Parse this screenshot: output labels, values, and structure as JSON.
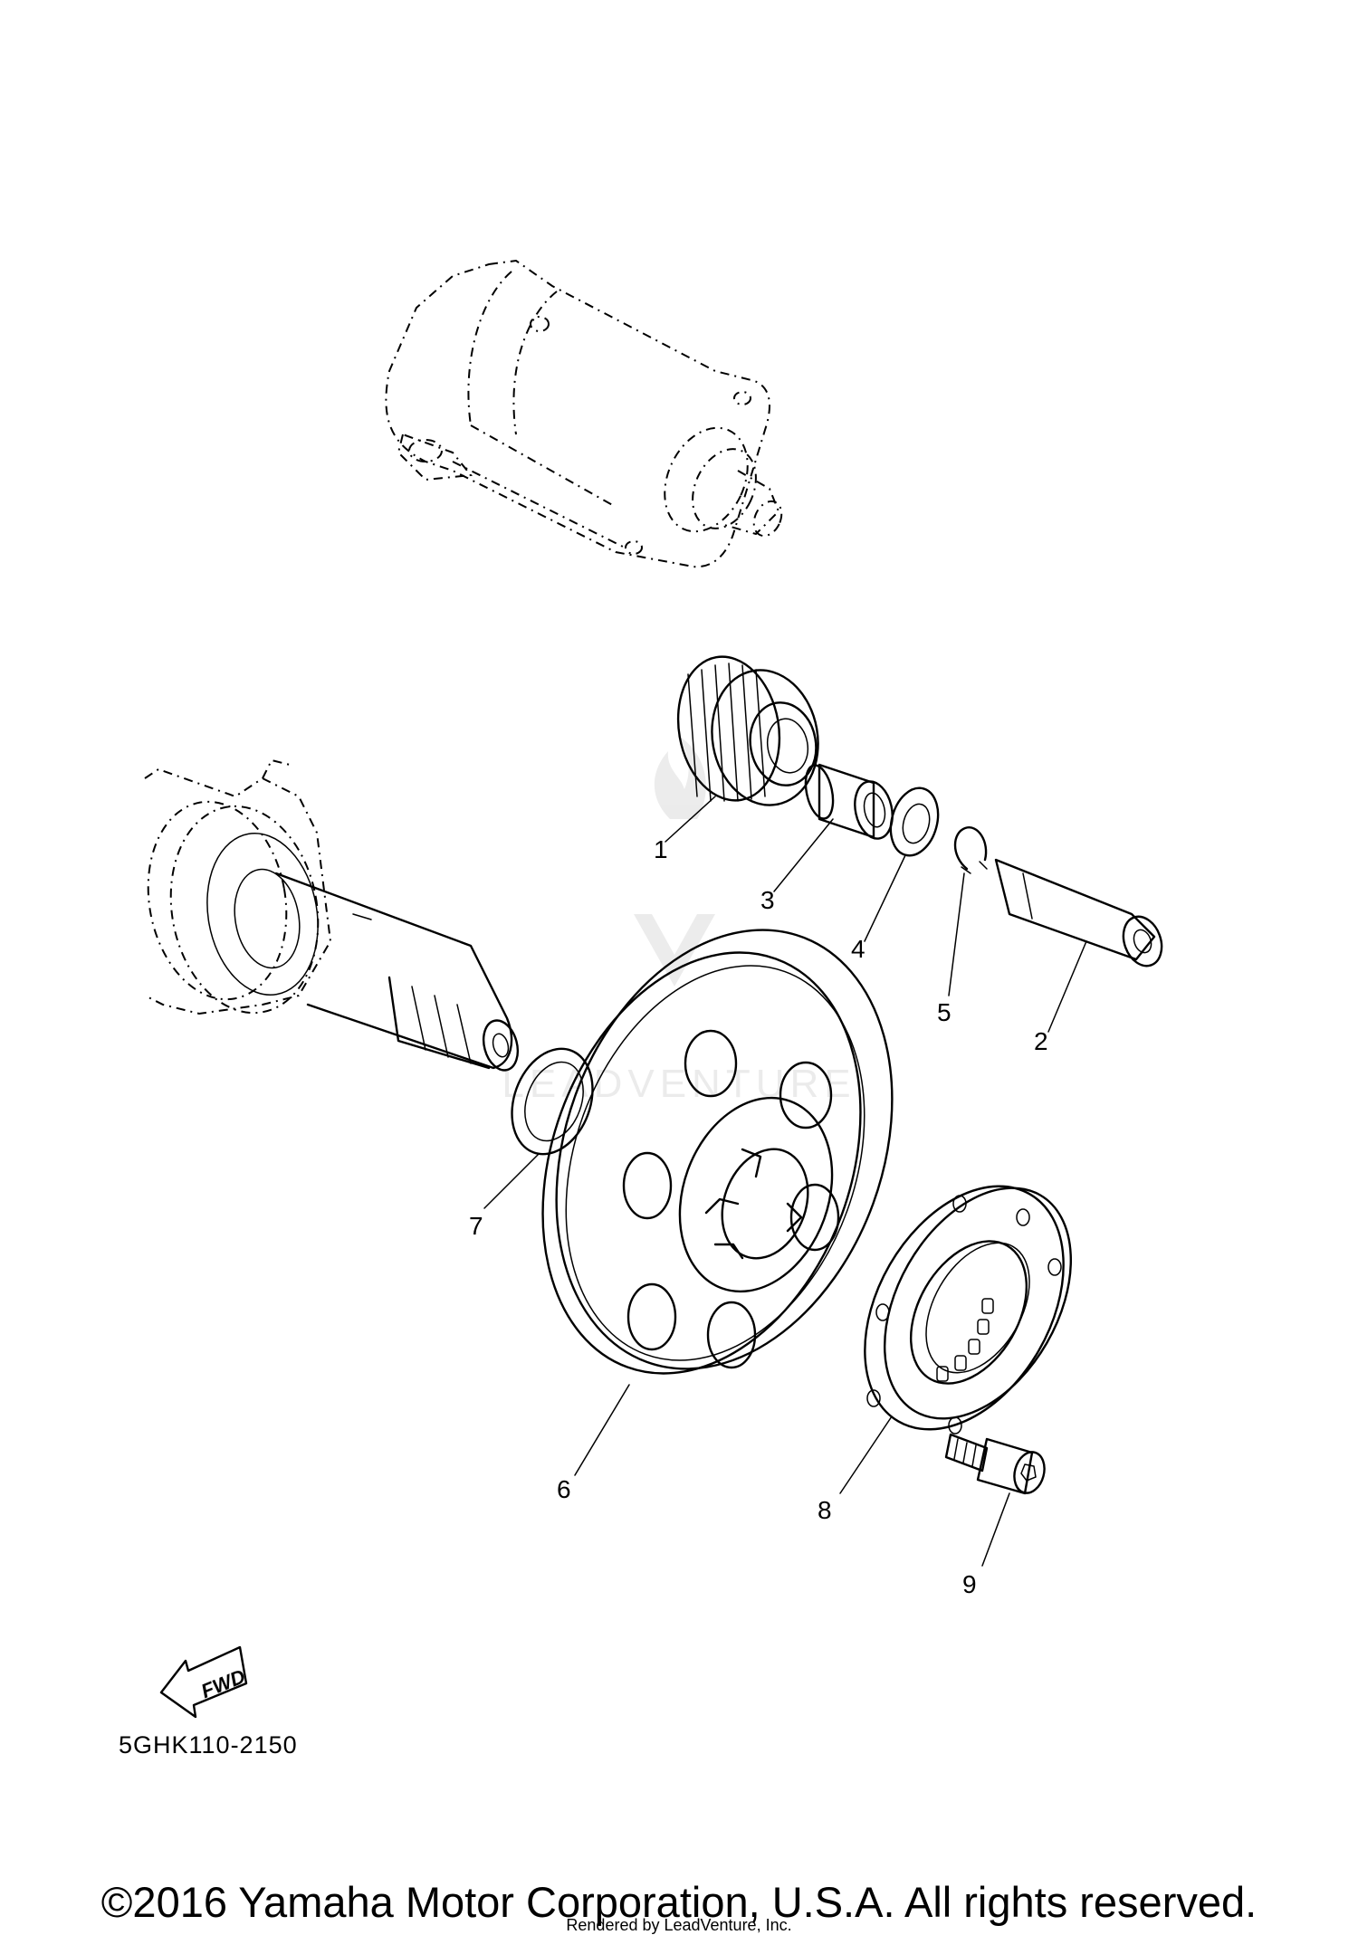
{
  "callouts": [
    {
      "id": "1",
      "label": "1"
    },
    {
      "id": "2",
      "label": "2"
    },
    {
      "id": "3",
      "label": "3"
    },
    {
      "id": "4",
      "label": "4"
    },
    {
      "id": "5",
      "label": "5"
    },
    {
      "id": "6",
      "label": "6"
    },
    {
      "id": "7",
      "label": "7"
    },
    {
      "id": "8",
      "label": "8"
    },
    {
      "id": "9",
      "label": "9"
    }
  ],
  "fwd_label": "FWD",
  "diagram_code": "5GHK110-2150",
  "watermark_text": "LEADVENTURE",
  "copyright": "©2016 Yamaha Motor Corporation, U.S.A. All rights reserved.",
  "rendered_by": "Rendered by LeadVenture, Inc."
}
